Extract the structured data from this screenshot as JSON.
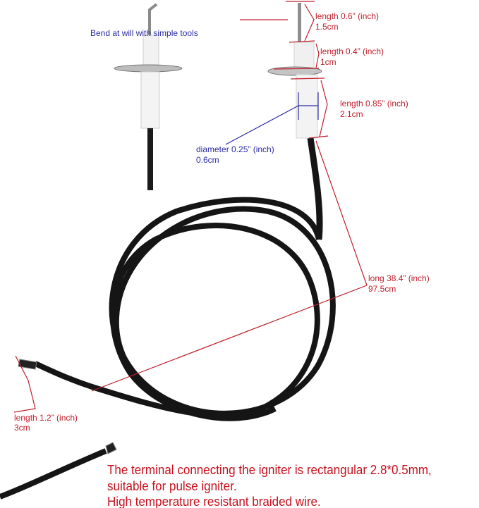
{
  "annotations": {
    "bend_note": "Bend at will with simple tools",
    "tip_length": {
      "inch": "length 0.6”  (inch)",
      "cm": "1.5cm"
    },
    "upper_ceramic": {
      "inch": "length 0.4”  (inch)",
      "cm": "1cm"
    },
    "lower_ceramic": {
      "inch": "length 0.85”  (inch)",
      "cm": "2.1cm"
    },
    "diameter": {
      "inch": "diameter 0.25”  (inch)",
      "cm": "0.6cm"
    },
    "wire_length": {
      "inch": "long 38.4”  (inch)",
      "cm": "97.5cm"
    },
    "terminal_length": {
      "inch": "length 1.2”  (inch)",
      "cm": "3cm"
    }
  },
  "notes": [
    "The terminal connecting the igniter is rectangular 2.8*0.5mm,",
    "suitable for pulse igniter.",
    "High temperature resistant braided wire."
  ],
  "colors": {
    "dimension": "#c0202c",
    "blue_dimension": "#2b2ba6",
    "wire": "#151515"
  }
}
